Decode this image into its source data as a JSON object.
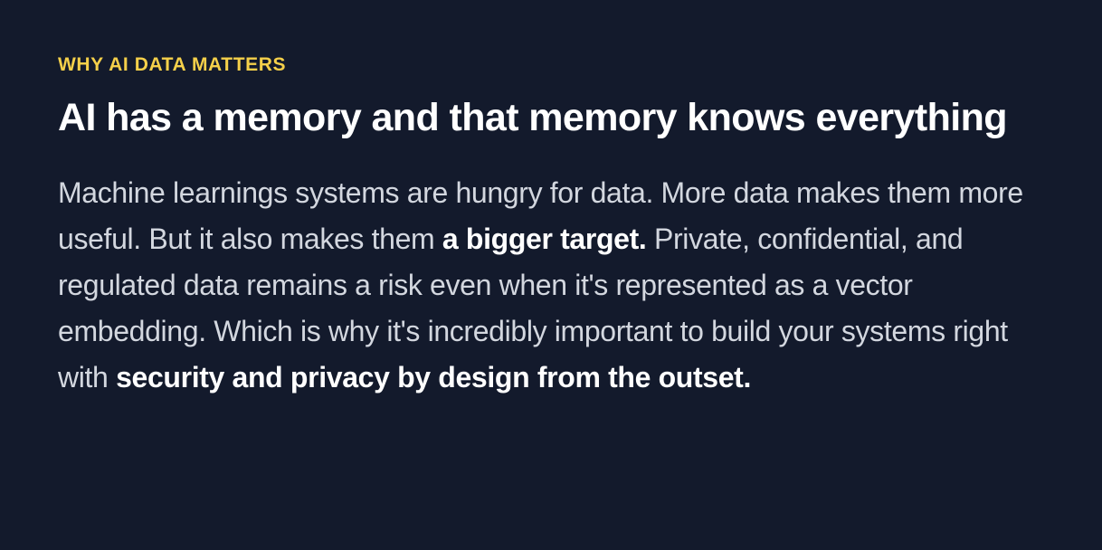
{
  "colors": {
    "background": "#131a2c",
    "eyebrow": "#f5d04a",
    "heading": "#ffffff",
    "body": "#d3d7df",
    "emphasis": "#ffffff"
  },
  "section": {
    "eyebrow": "WHY AI DATA MATTERS",
    "heading": "AI has a memory and that memory knows everything",
    "paragraph": {
      "part1": "Machine learnings systems are hungry for data. More data makes them more useful. But it also makes them ",
      "emphasis1": "a bigger target.",
      "part2": " Private, confidential, and regulated data remains a risk even when it's represented as a vector embedding. Which is why it's incredibly important to build your systems right with ",
      "emphasis2": "security and privacy by design from the outset."
    }
  }
}
